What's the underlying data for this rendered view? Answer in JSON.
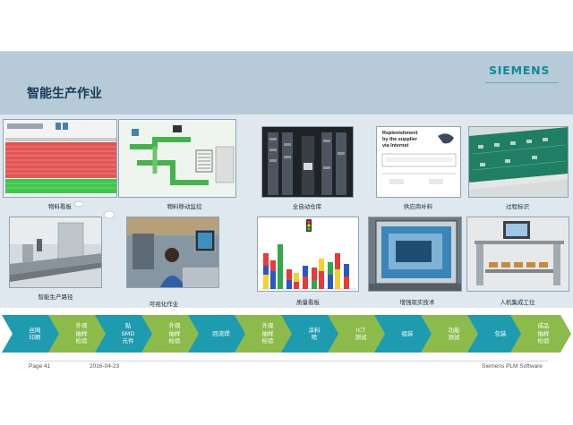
{
  "brand": "SIEMENS",
  "slide_title": "智能生产作业",
  "captions": {
    "material_board": "物料看板",
    "material_move": "物料移动监控",
    "auto_warehouse": "全自动仓库",
    "supplier_replenish": "供应商补料",
    "process_id": "过程标识",
    "smart_path": "智能生产路径",
    "visual_work": "可视化作业",
    "quality_board": "质量看板",
    "ar_tech": "增强现实技术",
    "hmi_station": "人机集成工位"
  },
  "supplier_doc": {
    "line1": "Replenishment",
    "line2": "by the supplier",
    "line3": "via Internet"
  },
  "flow_steps": [
    {
      "label": "丝网\n印刷",
      "color": "#1f9bb0"
    },
    {
      "label": "外观\n抽样\n检验",
      "color": "#8dbb4b"
    },
    {
      "label": "贴\nSMD\n元件",
      "color": "#1f9bb0"
    },
    {
      "label": "外观\n抽样\n检验",
      "color": "#8dbb4b"
    },
    {
      "label": "回流焊",
      "color": "#1f9bb0"
    },
    {
      "label": "外观\n抽样\n检验",
      "color": "#8dbb4b"
    },
    {
      "label": "涂料\n喷",
      "color": "#1f9bb0"
    },
    {
      "label": "ICT\n测试",
      "color": "#8dbb4b"
    },
    {
      "label": "组装",
      "color": "#1f9bb0"
    },
    {
      "label": "功能\n测试",
      "color": "#8dbb4b"
    },
    {
      "label": "包装",
      "color": "#1f9bb0"
    },
    {
      "label": "成品\n抽样\n检验",
      "color": "#8dbb4b"
    }
  ],
  "footer": {
    "page": "Page 41",
    "date": "2016-04-23",
    "company": "Siemens PLM Software"
  }
}
